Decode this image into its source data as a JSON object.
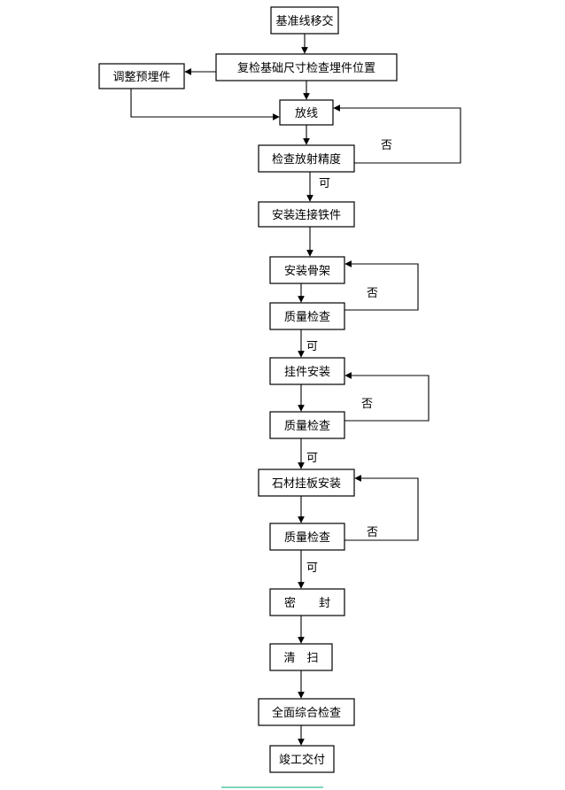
{
  "nodes": {
    "n1": "基准线移交",
    "n2": "复检基础尺寸检查埋件位置",
    "n3": "调整预埋件",
    "n4": "放线",
    "n5": "检查放射精度",
    "n6": "安装连接铁件",
    "n7": "安装骨架",
    "n8": "质量检查",
    "n9": "挂件安装",
    "n10": "质量检查",
    "n11": "石材挂板安装",
    "n12": "质量检查",
    "n13": "密　　封",
    "n14": "清　扫",
    "n15": "全面综合检查",
    "n16": "竣工交付"
  },
  "edge_labels": {
    "no1": "否",
    "yes1": "可",
    "no2": "否",
    "yes2": "可",
    "no3": "否",
    "yes3": "可",
    "no4": "否",
    "yes4": "可"
  },
  "colors": {
    "stroke": "#000000",
    "accent_line": "#55c7a0"
  }
}
